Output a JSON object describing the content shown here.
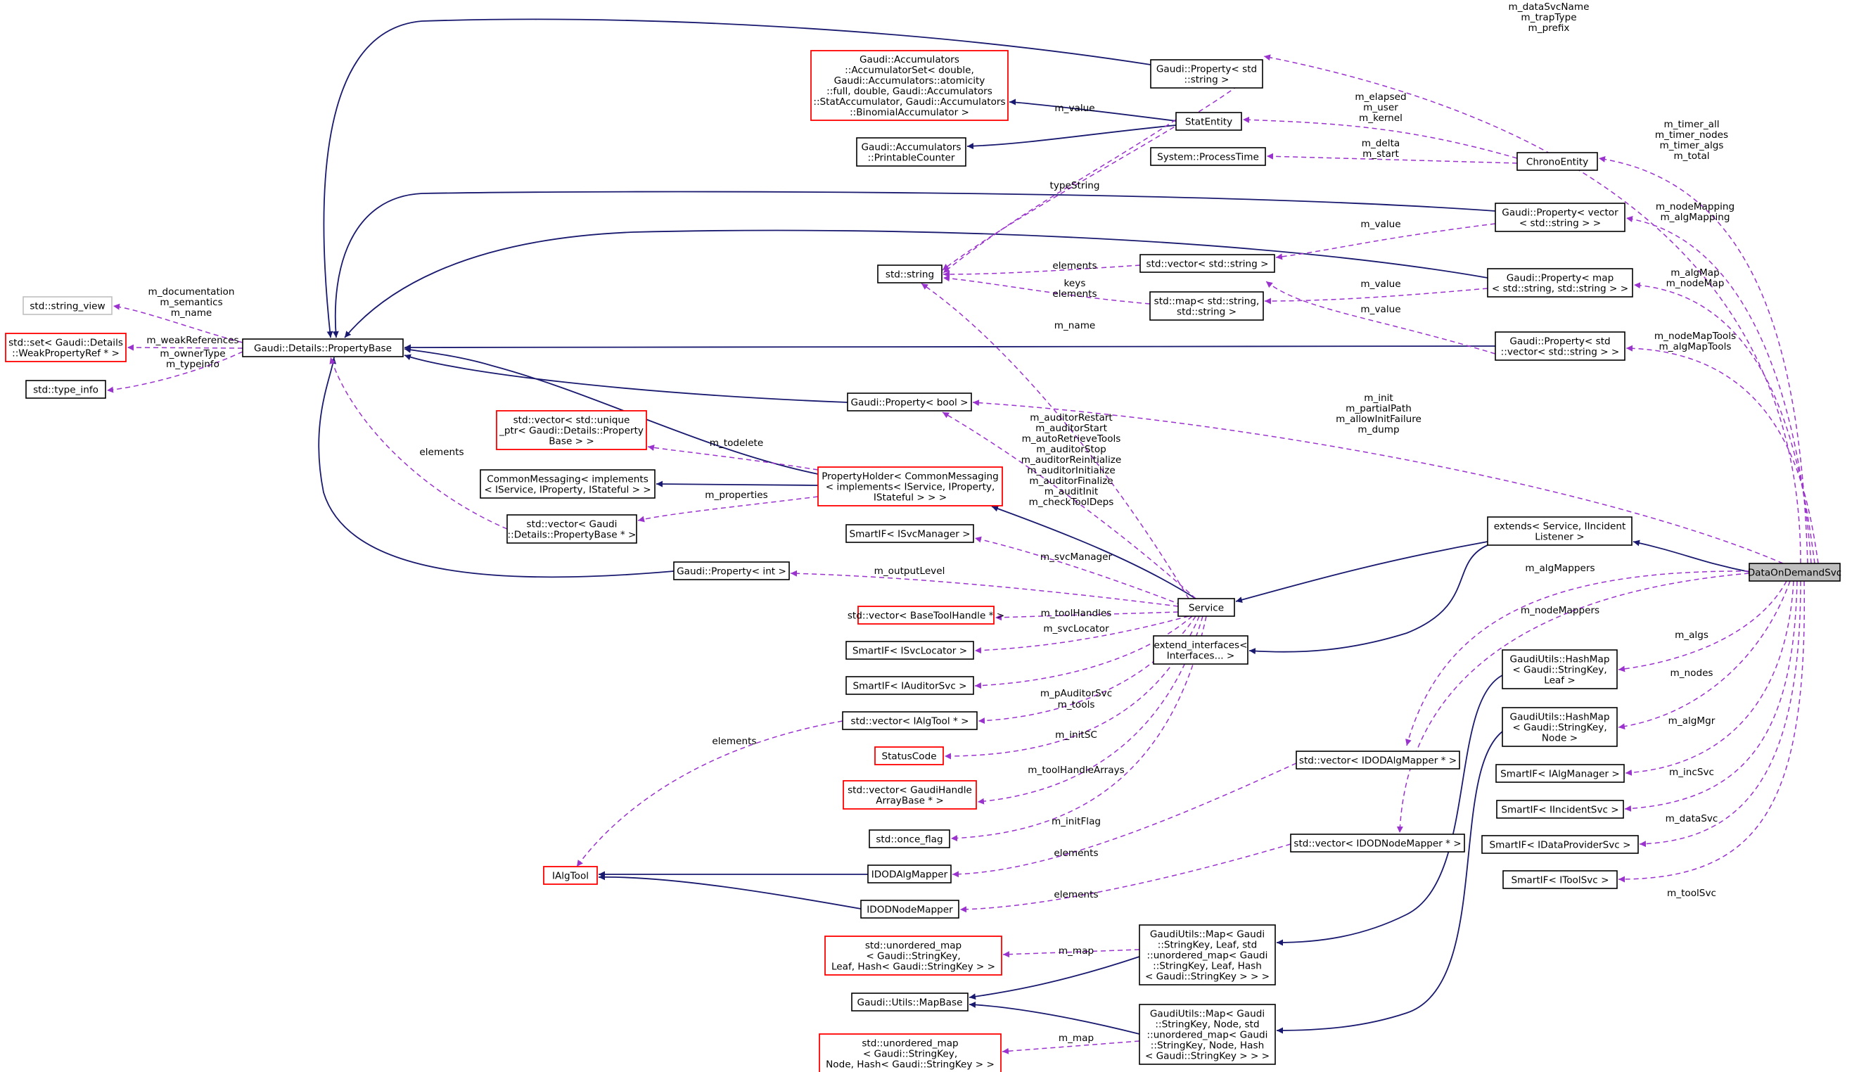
{
  "colors": {
    "inheritance_edge": "#191970",
    "usage_edge": "#9a32cd",
    "missing_class_border": "#ff0000",
    "external_class_border": "#bfbfbf",
    "highlighted_node_fill": "#bfbfbf"
  },
  "nodes": {
    "DataOnDemandSvc": [
      "DataOnDemandSvc"
    ],
    "extends": [
      "extends< Service, IIncident",
      "Listener >"
    ],
    "Service": [
      "Service"
    ],
    "extend_interfaces": [
      "extend_interfaces<",
      "Interfaces... >"
    ],
    "PropertyHolder": [
      "PropertyHolder< CommonMessaging",
      "< implements< IService, IProperty,",
      "IStateful > > >"
    ],
    "CommonMessaging": [
      "CommonMessaging< implements",
      "< IService, IProperty, IStateful > >"
    ],
    "PropertyBase": [
      "Gaudi::Details::PropertyBase"
    ],
    "string_view": [
      "std::string_view"
    ],
    "set_weakref": [
      "std::set< Gaudi::Details",
      "::WeakPropertyRef * >"
    ],
    "type_info": [
      "std::type_info"
    ],
    "std_string": [
      "std::string"
    ],
    "prop_string": [
      "Gaudi::Property< std",
      "::string >"
    ],
    "accumulator": [
      "Gaudi::Accumulators",
      "::AccumulatorSet< double,",
      "Gaudi::Accumulators::atomicity",
      "::full, double, Gaudi::Accumulators",
      "::StatAccumulator, Gaudi::Accumulators",
      "::BinomialAccumulator >"
    ],
    "printable": [
      "Gaudi::Accumulators",
      "::PrintableCounter"
    ],
    "StatEntity": [
      "StatEntity"
    ],
    "ProcessTime": [
      "System::ProcessTime"
    ],
    "ChronoEntity": [
      "ChronoEntity"
    ],
    "vec_string": [
      "std::vector< std::string >"
    ],
    "map_string": [
      "std::map< std::string,",
      "std::string >"
    ],
    "prop_vector": [
      "Gaudi::Property< vector",
      "< std::string > >"
    ],
    "prop_map": [
      "Gaudi::Property< map",
      "< std::string, std::string > >"
    ],
    "prop_stdvector": [
      "Gaudi::Property< std",
      "::vector< std::string > >"
    ],
    "prop_bool": [
      "Gaudi::Property< bool >"
    ],
    "prop_int": [
      "Gaudi::Property< int >"
    ],
    "vec_unique": [
      "std::vector< std::unique",
      "_ptr< Gaudi::Details::Property",
      "Base > >"
    ],
    "vec_propbase": [
      "std::vector< Gaudi",
      "::Details::PropertyBase * >"
    ],
    "svcmanager": [
      "SmartIF< ISvcManager >"
    ],
    "basetoolhandle": [
      "std::vector< BaseToolHandle * >"
    ],
    "svclocator": [
      "SmartIF< ISvcLocator >"
    ],
    "auditorsvc": [
      "SmartIF< IAuditorSvc >"
    ],
    "vec_algtool": [
      "std::vector< IAlgTool * >"
    ],
    "StatusCode": [
      "StatusCode"
    ],
    "vec_handlearray": [
      "std::vector< GaudiHandle",
      "ArrayBase * >"
    ],
    "once_flag": [
      "std::once_flag"
    ],
    "IAlgTool": [
      "IAlgTool"
    ],
    "IDODAlgMapper": [
      "IDODAlgMapper"
    ],
    "IDODNodeMapper": [
      "IDODNodeMapper"
    ],
    "vec_algmapper": [
      "std::vector< IDODAlgMapper * >"
    ],
    "vec_nodemapper": [
      "std::vector< IDODNodeMapper * >"
    ],
    "hashmap_leaf": [
      "GaudiUtils::HashMap",
      "< Gaudi::StringKey,",
      "Leaf >"
    ],
    "hashmap_node": [
      "GaudiUtils::HashMap",
      "< Gaudi::StringKey,",
      "Node >"
    ],
    "algmanager": [
      "SmartIF< IAlgManager >"
    ],
    "incidentsvc": [
      "SmartIF< IIncidentSvc >"
    ],
    "dataprovider": [
      "SmartIF< IDataProviderSvc >"
    ],
    "toolsvc": [
      "SmartIF< IToolSvc >"
    ],
    "map_leaf": [
      "GaudiUtils::Map< Gaudi",
      "::StringKey, Leaf, std",
      "::unordered_map< Gaudi",
      "::StringKey, Leaf, Hash",
      "< Gaudi::StringKey > > >"
    ],
    "map_node": [
      "GaudiUtils::Map< Gaudi",
      "::StringKey, Node, std",
      "::unordered_map< Gaudi",
      "::StringKey, Node, Hash",
      "< Gaudi::StringKey > > >"
    ],
    "umap_leaf": [
      "std::unordered_map",
      "< Gaudi::StringKey,",
      "Leaf, Hash< Gaudi::StringKey > >"
    ],
    "umap_node": [
      "std::unordered_map",
      "< Gaudi::StringKey,",
      "Node, Hash< Gaudi::StringKey > >"
    ],
    "MapBase": [
      "Gaudi::Utils::MapBase"
    ]
  },
  "edge_labels": {
    "dataSvcName": [
      "m_dataSvcName",
      "m_trapType",
      "m_prefix"
    ],
    "timers": [
      "m_timer_all",
      "m_timer_nodes",
      "m_timer_algs",
      "m_total"
    ],
    "nodeMapping": [
      "m_nodeMapping",
      "m_algMapping"
    ],
    "algMap": [
      "m_algMap",
      "m_nodeMap"
    ],
    "nodeMapTools": [
      "m_nodeMapTools",
      "m_algMapTools"
    ],
    "init": [
      "m_init",
      "m_partialPath",
      "m_allowInitFailure",
      "m_dump"
    ],
    "algMappers": [
      "m_algMappers"
    ],
    "nodeMappers": [
      "m_nodeMappers"
    ],
    "algs": [
      "m_algs"
    ],
    "nodes": [
      "m_nodes"
    ],
    "algMgr": [
      "m_algMgr"
    ],
    "incSvc": [
      "m_incSvc"
    ],
    "dataSvc": [
      "m_dataSvc"
    ],
    "toolSvc": [
      "m_toolSvc"
    ],
    "elapsed": [
      "m_elapsed",
      "m_user",
      "m_kernel"
    ],
    "delta": [
      "m_delta",
      "m_start"
    ],
    "value_stat": [
      "m_value"
    ],
    "typeString": [
      "typeString"
    ],
    "value_vec": [
      "m_value"
    ],
    "value_map": [
      "m_value"
    ],
    "value_stdvec": [
      "m_value"
    ],
    "elements_str": [
      "elements"
    ],
    "keys": [
      "keys",
      "elements"
    ],
    "name": [
      "m_name"
    ],
    "documentation": [
      "m_documentation",
      "m_semantics",
      "m_name"
    ],
    "weakReferences": [
      "m_weakReferences"
    ],
    "ownerType": [
      "m_ownerType",
      "m_typeinfo"
    ],
    "elements_pb": [
      "elements"
    ],
    "todelete": [
      "m_todelete"
    ],
    "properties": [
      "m_properties"
    ],
    "auditor": [
      "m_auditorRestart",
      "m_auditorStart",
      "m_autoRetrieveTools",
      "m_auditorStop",
      "m_auditorReinitialize",
      "m_auditorInitialize",
      "m_auditorFinalize",
      "m_auditInit",
      "m_checkToolDeps"
    ],
    "svcManager": [
      "m_svcManager"
    ],
    "outputLevel": [
      "m_outputLevel"
    ],
    "toolHandles": [
      "m_toolHandles"
    ],
    "svcLocator": [
      "m_svcLocator"
    ],
    "pAuditorSvc": [
      "m_pAuditorSvc"
    ],
    "tools": [
      "m_tools"
    ],
    "initSC": [
      "m_initSC"
    ],
    "toolHandleArrays": [
      "m_toolHandleArrays"
    ],
    "initFlag": [
      "m_initFlag"
    ],
    "elements_tool": [
      "elements"
    ],
    "elements_algm": [
      "elements"
    ],
    "elements_nodem": [
      "elements"
    ],
    "map_leaf_lbl": [
      "m_map"
    ],
    "map_node_lbl": [
      "m_map"
    ]
  }
}
